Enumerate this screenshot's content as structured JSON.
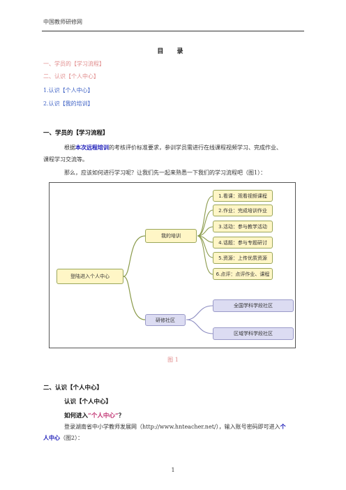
{
  "header": {
    "site": "中国教师研修网"
  },
  "toc": {
    "title": "目 录",
    "items": [
      "一、学员的【学习流程】",
      "二、认识【个人中心】",
      "1.认识【个人中心】",
      "2.认识【我的培训】"
    ]
  },
  "section1": {
    "heading": "一、学员的【学习流程】",
    "para1_pre": "根据",
    "para1_hl": "本次远程培训",
    "para1_post": "的考核评价标准要求，参训学员需进行在线课程视频学习、完成作业、",
    "para1_line2": "课程学习交流等。",
    "para2": "那么，应该如何进行学习呢？让我们先一起来熟悉一下我们的学习流程吧（图1）："
  },
  "diagram": {
    "root": "登陆进入个人中心",
    "branch1": "我的培训",
    "branch2": "研修社区",
    "leaves1": [
      "1.看课：观看视频课程",
      "2.作业：完成培训作业",
      "3.活动：参与教学活动",
      "4.话题：参与专题研讨",
      "5.资源：上传优质资源",
      "6.点评：点评作业、课程"
    ],
    "leaves2": [
      "全国学科学段社区",
      "区域学科学段社区"
    ]
  },
  "caption": "图 1",
  "section2": {
    "heading": "二、认识【个人中心】",
    "sub": "认识【个人中心】",
    "q_pre": "如何进入",
    "q_hl": "“个人中心”",
    "q_post": "？",
    "para_line1": "登录湖南省中小学教师发展网（http://www.hnteacher.net/），输入账号密码即可进入",
    "para_hl1": "个",
    "para_hl2": "人中心",
    "para_tail": "（图2）："
  },
  "page_number": "1"
}
